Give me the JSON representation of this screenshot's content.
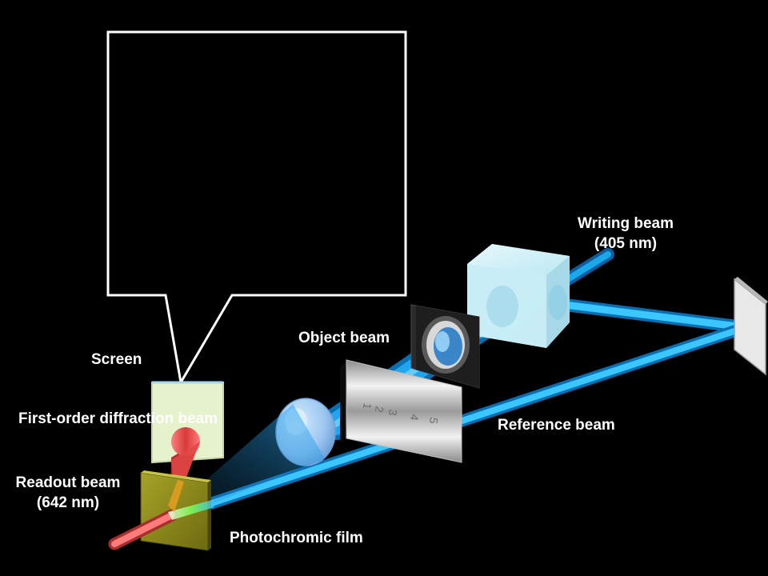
{
  "labels": {
    "writing_beam": "Writing beam",
    "writing_wavelength": "(405 nm)",
    "object_beam": "Object beam",
    "screen": "Screen",
    "first_order": "First-order diffraction beam",
    "reference_beam": "Reference beam",
    "readout_beam": "Readout beam",
    "readout_wavelength": "(642 nm)",
    "photochromic_film": "Photochromic film"
  },
  "mask_digits": [
    "1",
    "2",
    "3",
    "4",
    "5"
  ],
  "colors": {
    "background": "#000000",
    "blue_beam": "#1aa8e8",
    "red_beam": "#e85858",
    "green_beam": "#7cff5a",
    "film": "#8a8a18",
    "screen": "#e6f2cc",
    "cube": "#bfeaf4",
    "mirror": "#e8e8e8",
    "callout": "#ffffff"
  },
  "icons": {
    "lens": "lens-icon",
    "mirror": "mirror-icon",
    "beam_splitter": "cube-icon",
    "aperture": "aperture-icon",
    "mask": "mask-icon"
  }
}
